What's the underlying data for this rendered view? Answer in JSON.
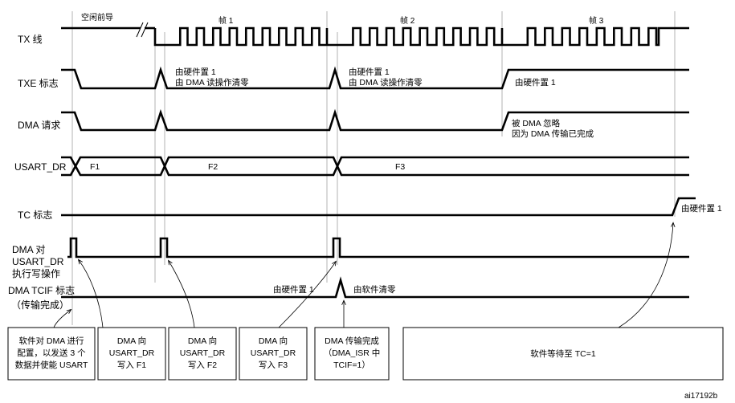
{
  "labels": {
    "tx_line": "TX 线",
    "idle_preamble": "空闲前导",
    "frame1": "帧 1",
    "frame2": "帧 2",
    "frame3": "帧 3",
    "txe_flag": "TXE 标志",
    "dma_request": "DMA 请求",
    "usart_dr": "USART_DR",
    "f1": "F1",
    "f2": "F2",
    "f3": "F3",
    "tc_flag": "TC 标志",
    "dma_write_l1": "DMA 对",
    "dma_write_l2": "USART_DR",
    "dma_write_l3": "执行写操作",
    "dma_tcif_l1": "DMA TCIF 标志",
    "dma_tcif_l2": "（传输完成）"
  },
  "annotations": {
    "hw_set_1a": "由硬件置 1",
    "dma_read_clear_a": "由 DMA 读操作清零",
    "hw_set_1b": "由硬件置 1",
    "dma_read_clear_b": "由 DMA 读操作清零",
    "hw_set_1c": "由硬件置 1",
    "ignored_by_dma": "被 DMA 忽略",
    "dma_done_reason": "因为 DMA 传输已完成",
    "tc_hw_set": "由硬件置 1",
    "tcif_hw_set": "由硬件置 1",
    "sw_clear": "由软件清零"
  },
  "boxes": [
    {
      "lines": [
        "软件对 DMA 进行",
        "配置，以发送 3 个",
        "数据并使能 USART"
      ]
    },
    {
      "lines": [
        "DMA 向",
        "USART_DR",
        "写入 F1"
      ]
    },
    {
      "lines": [
        "DMA 向",
        "USART_DR",
        "写入 F2"
      ]
    },
    {
      "lines": [
        "DMA 向",
        "USART_DR",
        "写入 F3"
      ]
    },
    {
      "lines": [
        "DMA 传输完成",
        "（DMA_ISR 中",
        "TCIF=1）"
      ]
    },
    {
      "lines": [
        "软件等待至 TC=1"
      ]
    }
  ],
  "figure_id": "ai17192b"
}
